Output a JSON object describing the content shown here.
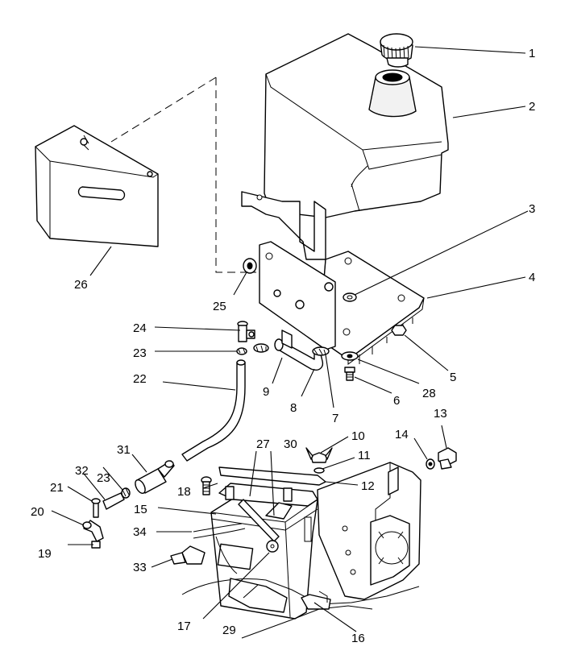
{
  "callouts": [
    {
      "id": "c1",
      "label": "1"
    },
    {
      "id": "c2",
      "label": "2"
    },
    {
      "id": "c3",
      "label": "3"
    },
    {
      "id": "c4",
      "label": "4"
    },
    {
      "id": "c5",
      "label": "5"
    },
    {
      "id": "c6",
      "label": "6"
    },
    {
      "id": "c7",
      "label": "7"
    },
    {
      "id": "c8",
      "label": "8"
    },
    {
      "id": "c9",
      "label": "9"
    },
    {
      "id": "c10",
      "label": "10"
    },
    {
      "id": "c11",
      "label": "11"
    },
    {
      "id": "c12",
      "label": "12"
    },
    {
      "id": "c13",
      "label": "13"
    },
    {
      "id": "c14",
      "label": "14"
    },
    {
      "id": "c15",
      "label": "15"
    },
    {
      "id": "c16",
      "label": "16"
    },
    {
      "id": "c17",
      "label": "17"
    },
    {
      "id": "c18",
      "label": "18"
    },
    {
      "id": "c19",
      "label": "19"
    },
    {
      "id": "c20",
      "label": "20"
    },
    {
      "id": "c21",
      "label": "21"
    },
    {
      "id": "c22",
      "label": "22"
    },
    {
      "id": "c23a",
      "label": "23"
    },
    {
      "id": "c23b",
      "label": "23"
    },
    {
      "id": "c24",
      "label": "24"
    },
    {
      "id": "c25",
      "label": "25"
    },
    {
      "id": "c26",
      "label": "26"
    },
    {
      "id": "c27",
      "label": "27"
    },
    {
      "id": "c28",
      "label": "28"
    },
    {
      "id": "c29",
      "label": "29"
    },
    {
      "id": "c30",
      "label": "30"
    },
    {
      "id": "c31",
      "label": "31"
    },
    {
      "id": "c32",
      "label": "32"
    },
    {
      "id": "c33",
      "label": "33"
    },
    {
      "id": "c34",
      "label": "34"
    }
  ]
}
